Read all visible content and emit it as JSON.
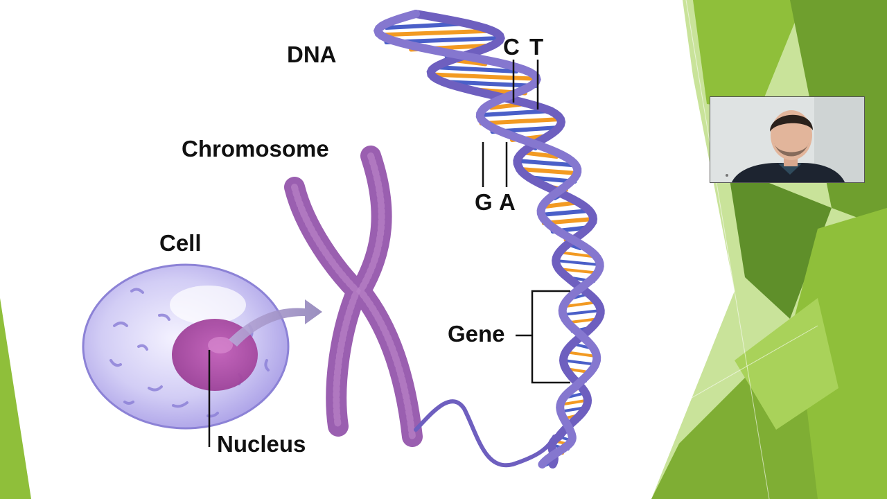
{
  "slide": {
    "diagram": {
      "labels": {
        "dna": "DNA",
        "chromosome": "Chromosome",
        "cell": "Cell",
        "nucleus": "Nucleus",
        "gene": "Gene",
        "base_c": "C",
        "base_t": "T",
        "base_g": "G",
        "base_a": "A"
      }
    }
  },
  "colors": {
    "theme_green_light": "#c9e39a",
    "theme_green_mid": "#8fbf3a",
    "theme_green_dark": "#5f8f2a",
    "dna_backbone": "#6e5fbf",
    "chromosome": "#9a5fb0",
    "cell": "#c9c2f0",
    "nucleus": "#b04aa8"
  }
}
